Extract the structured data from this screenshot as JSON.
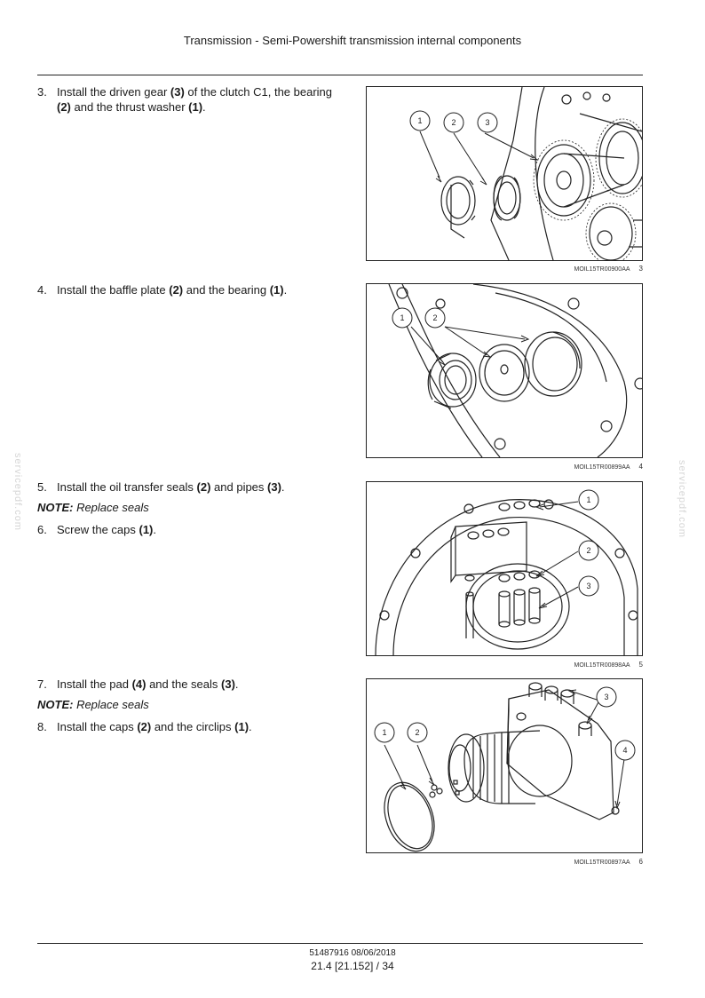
{
  "header": {
    "title": "Transmission - Semi-Powershift transmission internal components"
  },
  "steps": [
    {
      "num": "3.",
      "pre": "Install the driven gear ",
      "b1": "(3)",
      "mid1": " of the clutch C1, the bearing",
      "b2": "(2)",
      "mid2": " and the thrust washer ",
      "b3": "(1)",
      "post": "."
    },
    {
      "num": "4.",
      "pre": "Install the baffle plate ",
      "b1": "(2)",
      "mid1": " and the bearing ",
      "b2": "(1)",
      "post": "."
    },
    {
      "num": "5.",
      "pre": "Install the oil transfer seals ",
      "b1": "(2)",
      "mid1": " and pipes ",
      "b2": "(3)",
      "post": "."
    },
    {
      "num": "6.",
      "pre": "Screw the caps ",
      "b1": "(1)",
      "post": "."
    },
    {
      "num": "7.",
      "pre": "Install the pad ",
      "b1": "(4)",
      "mid1": " and the seals ",
      "b2": "(3)",
      "post": "."
    },
    {
      "num": "8.",
      "pre": "Install the caps ",
      "b1": "(2)",
      "mid1": " and the circlips ",
      "b2": "(1)",
      "post": "."
    }
  ],
  "notes": [
    {
      "label": "NOTE:",
      "text": " Replace seals"
    },
    {
      "label": "NOTE:",
      "text": " Replace seals"
    }
  ],
  "figures": [
    {
      "code": "MOIL15TR00900AA",
      "index": "3",
      "callouts": [
        "1",
        "2",
        "3"
      ]
    },
    {
      "code": "MOIL15TR00899AA",
      "index": "4",
      "callouts": [
        "1",
        "2"
      ]
    },
    {
      "code": "MOIL15TR00898AA",
      "index": "5",
      "callouts": [
        "1",
        "2",
        "3"
      ]
    },
    {
      "code": "MOIL15TR00897AA",
      "index": "6",
      "callouts": [
        "1",
        "2",
        "3",
        "4"
      ]
    }
  ],
  "watermark": {
    "text": "servicepdf.com"
  },
  "footer": {
    "doc_ref": "51487916 08/06/2018",
    "page": "21.4 [21.152] / 34"
  }
}
